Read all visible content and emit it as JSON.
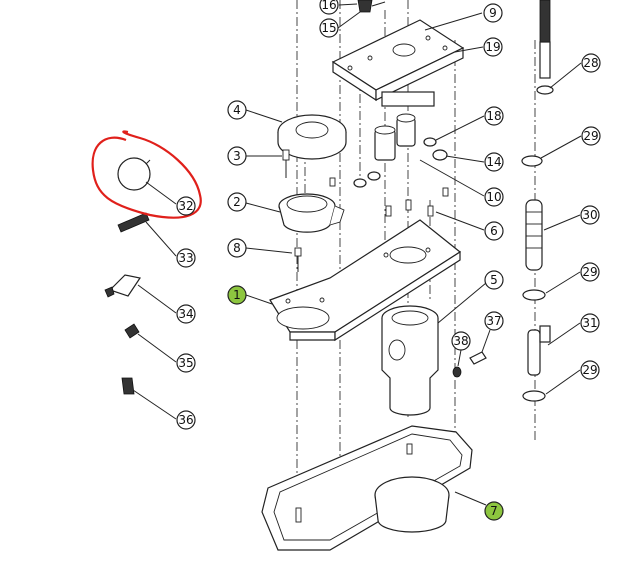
{
  "colors": {
    "highlight_callout": "#8dc63f",
    "marker": "#e0201b",
    "line": "#222222"
  },
  "callouts": [
    {
      "label": "16"
    },
    {
      "label": "15"
    },
    {
      "label": "9"
    },
    {
      "label": "19"
    },
    {
      "label": "28"
    },
    {
      "label": "4"
    },
    {
      "label": "18"
    },
    {
      "label": "3"
    },
    {
      "label": "14"
    },
    {
      "label": "29"
    },
    {
      "label": "32"
    },
    {
      "label": "10"
    },
    {
      "label": "2"
    },
    {
      "label": "6"
    },
    {
      "label": "30"
    },
    {
      "label": "33"
    },
    {
      "label": "8"
    },
    {
      "label": "5"
    },
    {
      "label": "29"
    },
    {
      "label": "1"
    },
    {
      "label": "34"
    },
    {
      "label": "37"
    },
    {
      "label": "31"
    },
    {
      "label": "38"
    },
    {
      "label": "35"
    },
    {
      "label": "29"
    },
    {
      "label": "36"
    },
    {
      "label": "7"
    }
  ],
  "highlighted_callouts": [
    "1",
    "7"
  ],
  "marked_part": "32"
}
